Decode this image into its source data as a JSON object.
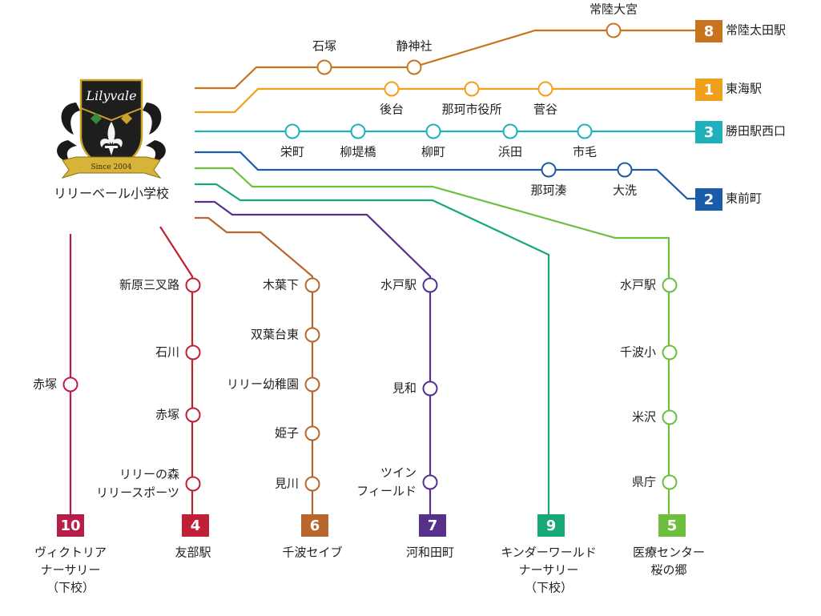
{
  "school": {
    "name": "リリーベール小学校",
    "logo_text": "Lilyvale",
    "logo_since": "Since 2004"
  },
  "routes": [
    {
      "number": "8",
      "color": "#c8741e",
      "end_label": [
        "常陸太田駅"
      ],
      "stops": [
        "石塚",
        "静神社",
        "常陸大宮"
      ]
    },
    {
      "number": "1",
      "color": "#f0a11b",
      "end_label": [
        "東海駅"
      ],
      "stops": [
        "後台",
        "那珂市役所",
        "菅谷"
      ]
    },
    {
      "number": "3",
      "color": "#1fb0bc",
      "end_label": [
        "勝田駅西口"
      ],
      "stops": [
        "栄町",
        "柳堤橋",
        "柳町",
        "浜田",
        "市毛"
      ]
    },
    {
      "number": "2",
      "color": "#1b5ca8",
      "end_label": [
        "東前町"
      ],
      "stops": [
        "那珂湊",
        "大洗"
      ]
    },
    {
      "number": "5",
      "color": "#6fbf3e",
      "end_label": [
        "医療センター",
        "桜の郷"
      ],
      "stops": [
        "水戸駅",
        "千波小",
        "米沢",
        "県庁"
      ]
    },
    {
      "number": "9",
      "color": "#17a877",
      "end_label": [
        "キンダーワールド",
        "ナーサリー",
        "（下校）"
      ],
      "stops": []
    },
    {
      "number": "7",
      "color": "#57308e",
      "end_label": [
        "河和田町"
      ],
      "stops": [
        "水戸駅",
        "見和",
        "ツイン\nフィールド"
      ]
    },
    {
      "number": "6",
      "color": "#b8662c",
      "end_label": [
        "千波セイブ"
      ],
      "stops": [
        "木葉下",
        "双葉台東",
        "リリー幼稚園",
        "姫子",
        "見川"
      ]
    },
    {
      "number": "4",
      "color": "#c02035",
      "end_label": [
        "友部駅"
      ],
      "stops": [
        "新原三叉路",
        "石川",
        "赤塚",
        "リリーの森\nリリースポーツ"
      ]
    },
    {
      "number": "10",
      "color": "#b81d4a",
      "end_label": [
        "ヴィクトリア",
        "ナーサリー",
        "（下校）"
      ],
      "stops": [
        "赤塚"
      ]
    }
  ]
}
